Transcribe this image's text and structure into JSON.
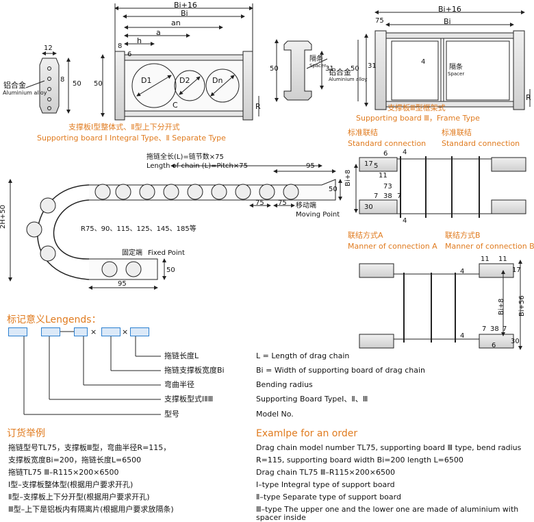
{
  "board1": {
    "dim_width": "12",
    "dim_8": "8",
    "dim_50": "50",
    "material_cn": "铝合金",
    "material_en": "Aluminium alloy"
  },
  "board2": {
    "dim_bi16": "Bi+16",
    "dim_bi": "Bi",
    "dim_an": "an",
    "dim_a": "a",
    "dim_h": "h",
    "dim_8": "8",
    "dim_6": "6",
    "dim_50": "50",
    "d1": "D1",
    "d2": "D2",
    "dn": "Dn",
    "c": "C",
    "r": "R",
    "caption_cn": "支撑板Ⅰ型整体式、Ⅱ型上下分开式",
    "caption_en": "Supporting board Ⅰ Integral Type、Ⅱ Separate Type"
  },
  "board3": {
    "dim_50": "50",
    "dim_31": "31",
    "spacer_cn": "隔条",
    "spacer_en": "Spacer",
    "material_cn": "铝合金",
    "material_en": "Aluminium alloy"
  },
  "board4": {
    "dim_bi16": "Bi+16",
    "dim_bi": "Bi",
    "dim_75": "75",
    "dim_4": "4",
    "dim_31": "31",
    "dim_50": "50",
    "r": "R",
    "spacer_cn": "隔条",
    "spacer_en": "Spacer",
    "caption_cn": "支撑板Ⅲ型框架式",
    "caption_en": "Supporting board Ⅲ，Frame Type"
  },
  "chain": {
    "length_cn": "拖链全长(L)=链节数×75",
    "length_en": "Length of chain (L)=Pitch×75",
    "dim_95": "95",
    "dim_50": "50",
    "dim_75": "75",
    "dim_2h50": "2H+50",
    "radius": "R75、90、115、125、145、185等",
    "moving_cn": "移动端",
    "moving_en": "Moving Point",
    "fixed_cn": "固定端",
    "fixed_en": "Fixed Point"
  },
  "connections": {
    "std_cn": "标准联结",
    "std_en": "Standard connection",
    "dims_std": [
      "17",
      "6",
      "5",
      "11",
      "4",
      "73",
      "7",
      "38",
      "7",
      "30",
      "4",
      "Bi+8"
    ],
    "a_cn": "联结方式A",
    "a_en": "Manner of connection A",
    "b_cn": "联结方式B",
    "b_en": "Manner of connection B",
    "dims_ab": [
      "11",
      "11",
      "17",
      "4",
      "Bi+8",
      "Bi+56",
      "4",
      "7",
      "38",
      "7",
      "30",
      "6"
    ]
  },
  "legend": {
    "title": "标记意义Lengends：",
    "cross": "×",
    "rows": [
      {
        "cn": "拖链长度L",
        "en": "L = Length of drag chain"
      },
      {
        "cn": "拖链支撑板宽度Bi",
        "en": "Bi = Width of supporting board of drag chain"
      },
      {
        "cn": "弯曲半径",
        "en": "Bending radius"
      },
      {
        "cn": "支撑板型式ⅠⅡⅢ",
        "en": "Supporting Board TypeⅠ、Ⅱ、Ⅲ"
      },
      {
        "cn": "型号",
        "en": "Model No."
      }
    ]
  },
  "order_cn": {
    "title": "订货举例",
    "lines": [
      "拖链型号TL75，支撑板Ⅲ型，弯曲半径R=115，",
      "支撑板宽度Bi=200，拖链长度L=6500",
      "拖链TL75 Ⅲ–R115×200×6500",
      "Ⅰ型–支撑板整体型(根据用户要求开孔)",
      "Ⅱ型–支撑板上下分开型(根据用户要求开孔)",
      "Ⅲ型–上下是铝板内有隔离片(根据用户要求放隔条)"
    ]
  },
  "order_en": {
    "title": "Examlpe for an order",
    "lines": [
      "Drag chain model number TL75, supporting board Ⅲ type, bend radius",
      "R=115, supporting board width Bi=200 length L=6500",
      "Drag chain TL75 Ⅲ–R115×200×6500",
      "Ⅰ–type Integral type of support board",
      "Ⅱ–type Separate type of support board",
      "Ⅲ–type The upper one and the lower one are made of aluminium with",
      "spacer inside"
    ]
  }
}
